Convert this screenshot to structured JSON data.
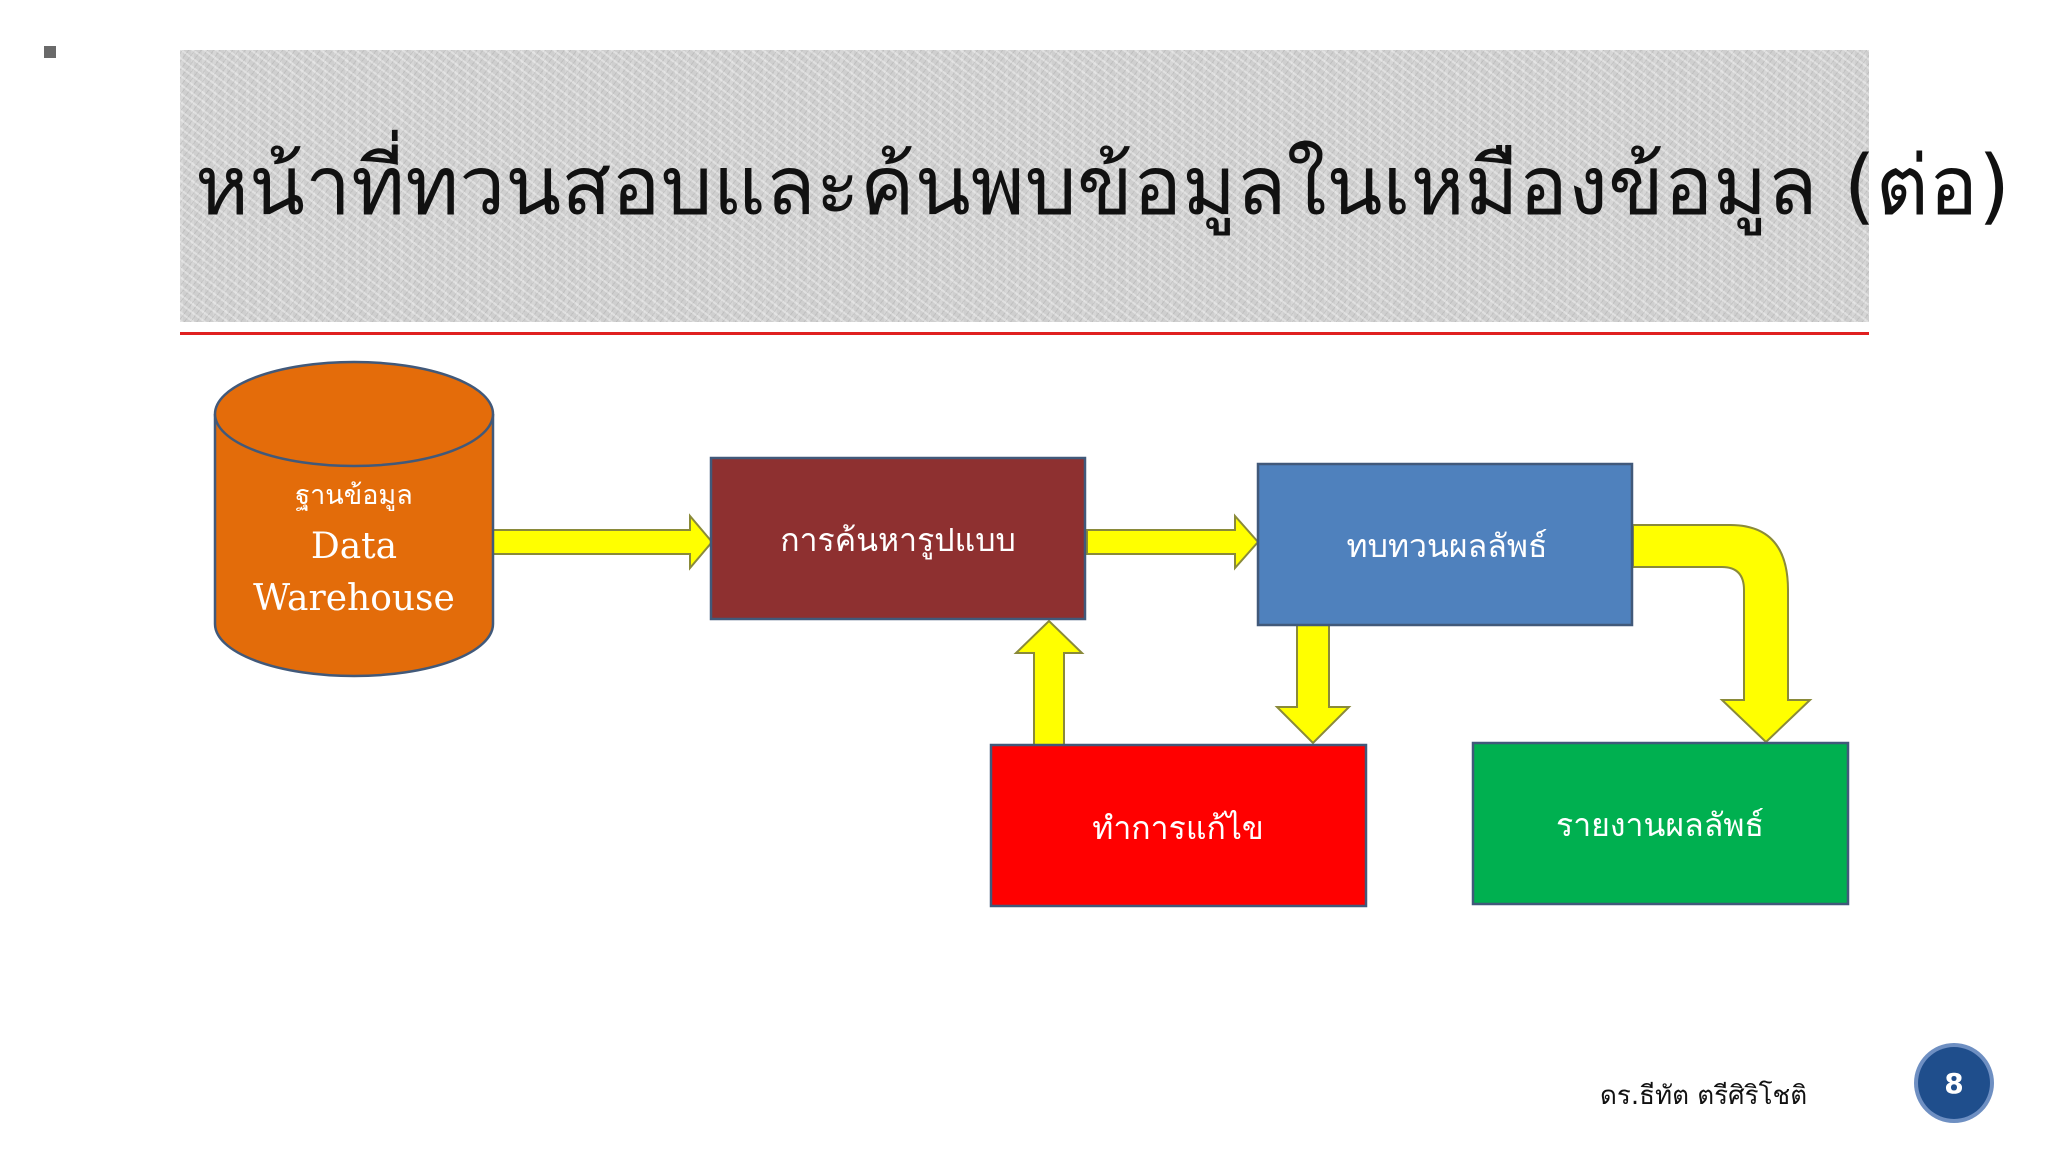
{
  "title": "หน้าที่ทวนสอบและค้นพบข้อมูลในเหมืองข้อมูล (ต่อ)",
  "diagram": {
    "database_label_th": "ฐานข้อมูล",
    "database_label_en_1": "Data",
    "database_label_en_2": "Warehouse",
    "pattern_search": "การค้นหารูปแบบ",
    "review_results": "ทบทวนผลลัพธ์",
    "correction": "ทำการแก้ไข",
    "report_results": "รายงานผลลัพธ์"
  },
  "colors": {
    "database": "#E36C0A",
    "pattern_search": "#8E3030",
    "review_results": "#4F81BD",
    "correction": "#FF0000",
    "report_results": "#00B050",
    "arrows": "#FFFF00",
    "title_rule": "#E02020",
    "page_badge": "#1F4E8C"
  },
  "footer": {
    "author": "ดร.ธีทัต ตรีศิริโชติ",
    "page_number": "8"
  }
}
